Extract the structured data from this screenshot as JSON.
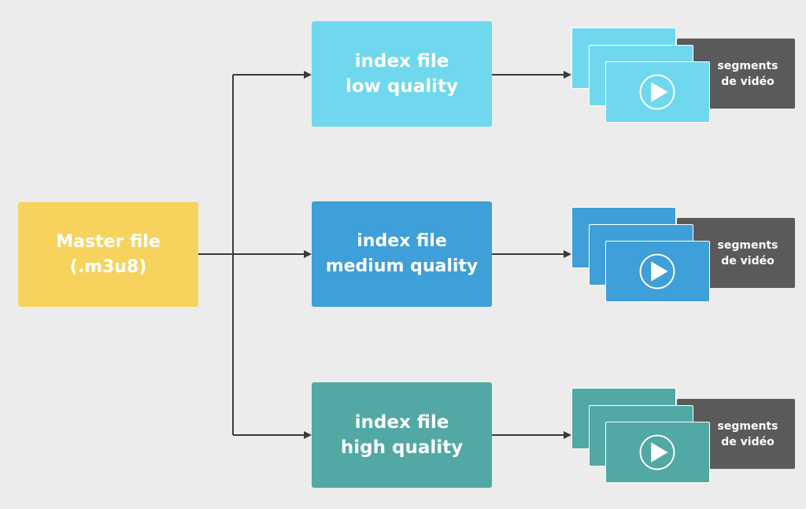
{
  "master": {
    "line1": "Master file",
    "line2": "(.m3u8)",
    "color": "#f7d35d"
  },
  "index_files": [
    {
      "line1": "index file",
      "line2": "low quality",
      "color": "#6fd8ee"
    },
    {
      "line1": "index file",
      "line2": "medium quality",
      "color": "#3e9fd9"
    },
    {
      "line1": "index file",
      "line2": "high quality",
      "color": "#52a8a5"
    }
  ],
  "segments": {
    "line1": "segments",
    "line2": "de vidéo",
    "label_color": "#5a5a5a",
    "icon": "play-icon"
  },
  "connector_color": "#3a3a3a",
  "background": "#ececec"
}
